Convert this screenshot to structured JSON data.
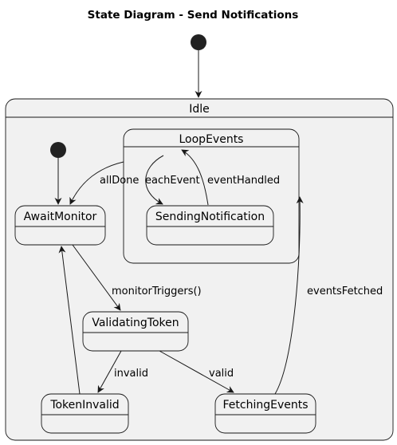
{
  "diagram": {
    "title": "State Diagram - Send Notifications",
    "states": {
      "idle": "Idle",
      "loop_events": "LoopEvents",
      "await_monitor": "AwaitMonitor",
      "sending_notification": "SendingNotification",
      "validating_token": "ValidatingToken",
      "token_invalid": "TokenInvalid",
      "fetching_events": "FetchingEvents"
    },
    "transitions": {
      "all_done": "allDone",
      "each_event": "eachEvent",
      "event_handled": "eventHandled",
      "monitor_triggers": "monitorTriggers()",
      "invalid": "invalid",
      "valid": "valid",
      "events_fetched": "eventsFetched"
    }
  }
}
